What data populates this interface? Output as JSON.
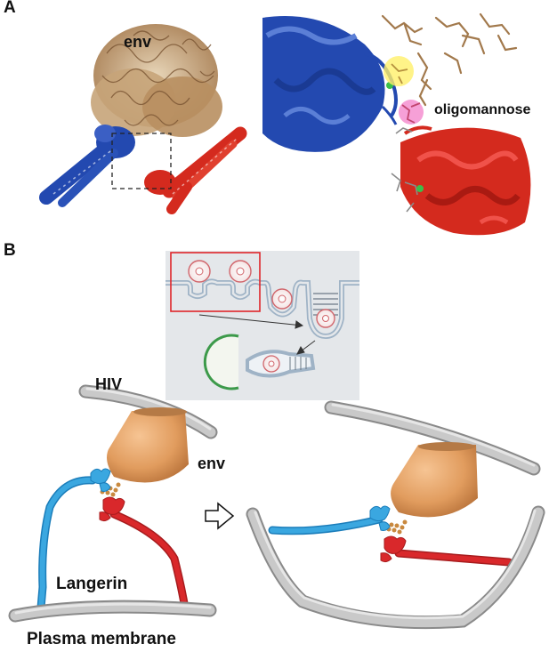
{
  "panels": {
    "a": {
      "letter": "A",
      "env_label": "env",
      "glycan_label": "oligomannose"
    },
    "b": {
      "letter": "B",
      "hiv_label": "HIV",
      "env_label": "env",
      "langerin_label": "Langerin",
      "membrane_label": "Plasma membrane"
    }
  },
  "colors": {
    "env_protein": "#b08a5a",
    "langerin_chain_1": "#2349b0",
    "langerin_chain_2": "#d42a1e",
    "langerin_tube_blue": "#3aa7e0",
    "langerin_tube_red": "#d9282b",
    "highlight_yellow": "#fff06a",
    "highlight_pink": "#f58fd0",
    "membrane_gray": "#b9b9b9",
    "env_stalk_orange": "#e8a36a",
    "inset_bg": "#e4e7ea",
    "inset_frame": "#e0262a"
  },
  "icons": {
    "transition_arrow": "hollow-right-arrow"
  }
}
